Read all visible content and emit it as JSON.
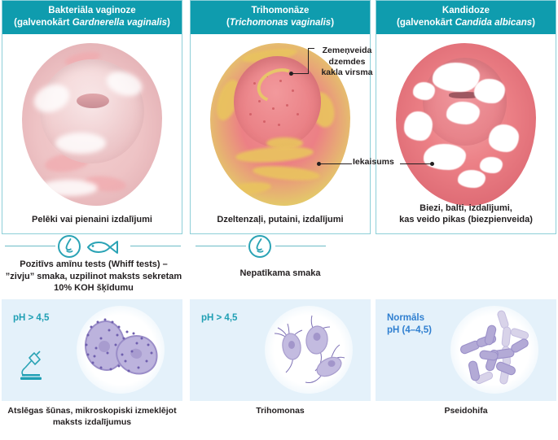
{
  "panels": [
    {
      "title_line1": "Bakteriāla vaginoze",
      "title_line2_prefix": "(galvenokārt ",
      "title_line2_italic": "Gardnerella vaginalis",
      "title_line2_suffix": ")",
      "caption": "Pelēki vai pienaini izdalījumi"
    },
    {
      "title_line1": "Trihomonāze",
      "title_line2_prefix": "(",
      "title_line2_italic": "Trichomonas vaginalis",
      "title_line2_suffix": ")",
      "caption": "Dzeltenzaļi, putaini, izdalījumi"
    },
    {
      "title_line1": "Kandidoze",
      "title_line2_prefix": "(galvenokārt ",
      "title_line2_italic": "Candida albicans",
      "title_line2_suffix": ")",
      "caption_line1": "Biezi, balti, izdalījumi,",
      "caption_line2": "kas veido pikas (biezpienveida)"
    }
  ],
  "annotations": {
    "strawberry_cervix": "Zemeņveida\ndzemdes\nkakla virsma",
    "strawberry_cervix_l1": "Zemeņveida",
    "strawberry_cervix_l2": "dzemdes",
    "strawberry_cervix_l3": "kakla virsma",
    "inflammation": "Iekaisums"
  },
  "smell": {
    "bv_line1": "Pozitīvs amīnu tests (Whiff tests) –",
    "bv_line2": "”zivju” smaka, uzpilinot maksts sekretam",
    "bv_line3": "10% KOH šķīdumu",
    "tv_line1": "Nepatīkama smaka",
    "icon_bv": [
      "nose-icon",
      "fish-icon"
    ],
    "icon_tv": [
      "nose-icon"
    ]
  },
  "micro": [
    {
      "ph_label": "pH > 4,5",
      "ph_normal": false,
      "icon": "microscope-icon",
      "caption_line1": "Atslēgas šūnas, mikroskopiski izmeklējot",
      "caption_line2": "maksts izdalījumus"
    },
    {
      "ph_label": "pH > 4,5",
      "ph_normal": false,
      "caption_line1": "Trihomonas",
      "caption_line2": ""
    },
    {
      "ph_label_line1": "Normāls",
      "ph_label_line2": "pH (4–4,5)",
      "ph_normal": true,
      "caption_line1": "Pseidohifa",
      "caption_line2": ""
    }
  ],
  "colors": {
    "header_teal": "#0f9cae",
    "panel_border": "#8ecfd8",
    "micro_bg": "#e4f1fa",
    "ph_teal": "#1f9fb4",
    "ph_blue": "#2f7fd0",
    "rule_teal": "#6cbcc6",
    "text": "#231f20"
  }
}
